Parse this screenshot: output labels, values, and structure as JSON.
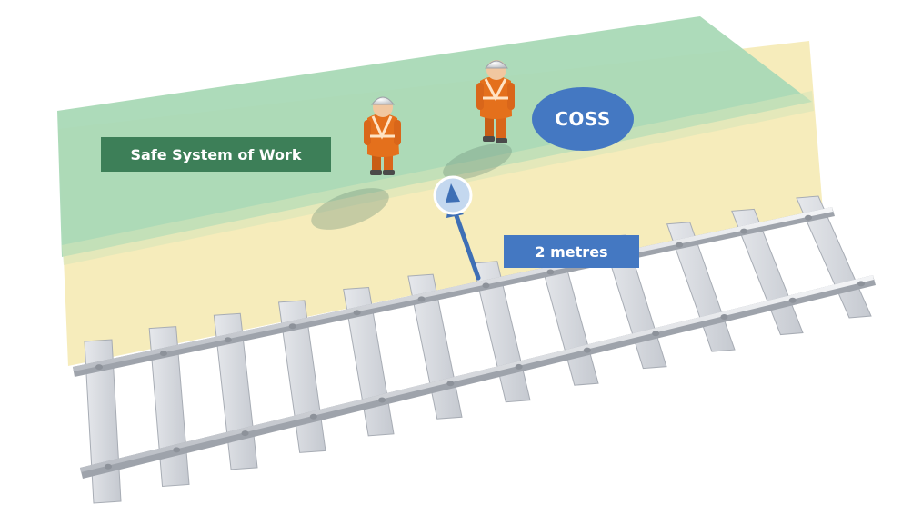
{
  "labels": {
    "safe_system": "Safe System of Work",
    "distance": "2 metres",
    "coss": "COSS"
  },
  "colors": {
    "safe_zone": "#a9d9b6",
    "danger_zone": "#f5eab4",
    "safe_label_bg": "#3d7f58",
    "accent_blue": "#4478c2",
    "worker_hiviz": "#e4701c",
    "rail_grey": "#d4d7dc"
  },
  "figures": {
    "worker_count": 2,
    "sleeper_count": 12
  }
}
